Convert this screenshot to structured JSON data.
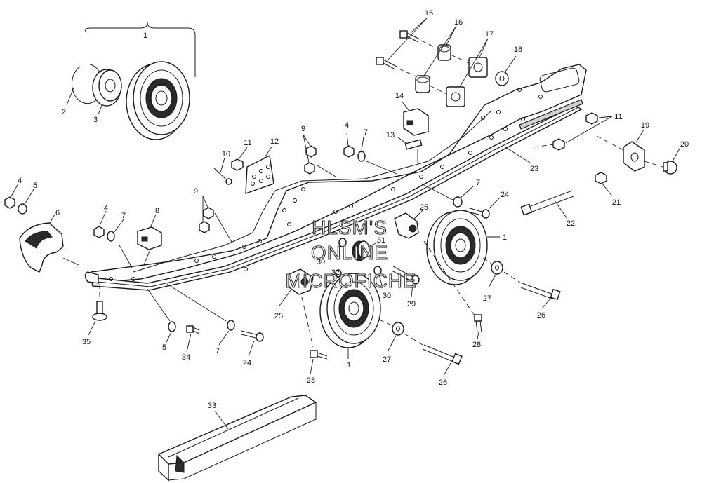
{
  "watermark": {
    "line1": "HLSM'S",
    "line2": "ONLINE",
    "line3": "MICROFICHE"
  },
  "callouts": [
    {
      "id": "c1a",
      "text": "1"
    },
    {
      "id": "c2",
      "text": "2"
    },
    {
      "id": "c3",
      "text": "3"
    },
    {
      "id": "c15",
      "text": "15"
    },
    {
      "id": "c16",
      "text": "16"
    },
    {
      "id": "c17",
      "text": "17"
    },
    {
      "id": "c18",
      "text": "18"
    },
    {
      "id": "c14",
      "text": "14"
    },
    {
      "id": "c13",
      "text": "13"
    },
    {
      "id": "c11a",
      "text": "11"
    },
    {
      "id": "c19",
      "text": "19"
    },
    {
      "id": "c20",
      "text": "20"
    },
    {
      "id": "c9a",
      "text": "9"
    },
    {
      "id": "c4a",
      "text": "4"
    },
    {
      "id": "c7a",
      "text": "7"
    },
    {
      "id": "c11b",
      "text": "11"
    },
    {
      "id": "c12",
      "text": "12"
    },
    {
      "id": "c10",
      "text": "10"
    },
    {
      "id": "c23",
      "text": "23"
    },
    {
      "id": "c21",
      "text": "21"
    },
    {
      "id": "c4b",
      "text": "4"
    },
    {
      "id": "c5a",
      "text": "5"
    },
    {
      "id": "c9b",
      "text": "9"
    },
    {
      "id": "c7b",
      "text": "7"
    },
    {
      "id": "c24a",
      "text": "24"
    },
    {
      "id": "c22",
      "text": "22"
    },
    {
      "id": "c6",
      "text": "6"
    },
    {
      "id": "c4c",
      "text": "4"
    },
    {
      "id": "c7c",
      "text": "7"
    },
    {
      "id": "c8",
      "text": "8"
    },
    {
      "id": "c25a",
      "text": "25"
    },
    {
      "id": "c1b",
      "text": "1"
    },
    {
      "id": "c31",
      "text": "31"
    },
    {
      "id": "c30a",
      "text": "30"
    },
    {
      "id": "c32",
      "text": "32"
    },
    {
      "id": "c30b",
      "text": "30"
    },
    {
      "id": "c29",
      "text": "29"
    },
    {
      "id": "c27a",
      "text": "27"
    },
    {
      "id": "c26a",
      "text": "26"
    },
    {
      "id": "c25b",
      "text": "25"
    },
    {
      "id": "c28a",
      "text": "28"
    },
    {
      "id": "c35",
      "text": "35"
    },
    {
      "id": "c5b",
      "text": "5"
    },
    {
      "id": "c34",
      "text": "34"
    },
    {
      "id": "c7d",
      "text": "7"
    },
    {
      "id": "c24b",
      "text": "24"
    },
    {
      "id": "c27b",
      "text": "27"
    },
    {
      "id": "c26b",
      "text": "26"
    },
    {
      "id": "c1c",
      "text": "1"
    },
    {
      "id": "c28b",
      "text": "28"
    },
    {
      "id": "c33",
      "text": "33"
    }
  ]
}
